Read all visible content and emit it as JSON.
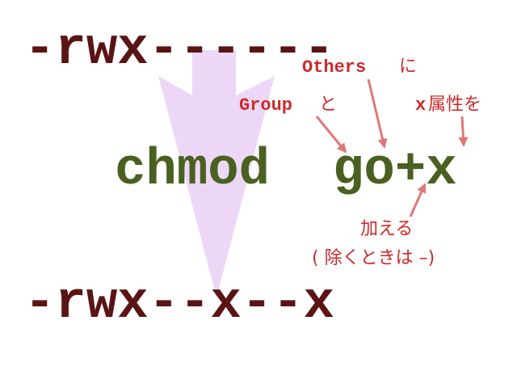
{
  "permission_before": "-rwx------",
  "command": {
    "name": "chmod",
    "argument": "go+x"
  },
  "permission_after": "-rwx--x--x",
  "annotations": {
    "others": {
      "term": "Others",
      "suffix": "に"
    },
    "group": {
      "term": "Group",
      "suffix": "と"
    },
    "exec": {
      "term": "x",
      "suffix": " 属性を"
    },
    "add_line1": "加える",
    "add_line2": "( 除くときは –)"
  },
  "colors": {
    "permission_text": "#5a1414",
    "command_text": "#4a6020",
    "annotation_text": "#cc2a2a",
    "pointer_arrows": "#e07878",
    "transition_arrow": "#ecd8f6"
  },
  "icons": {
    "transition": "down-arrow-icon",
    "pointers": "pointer-arrow-icon"
  }
}
